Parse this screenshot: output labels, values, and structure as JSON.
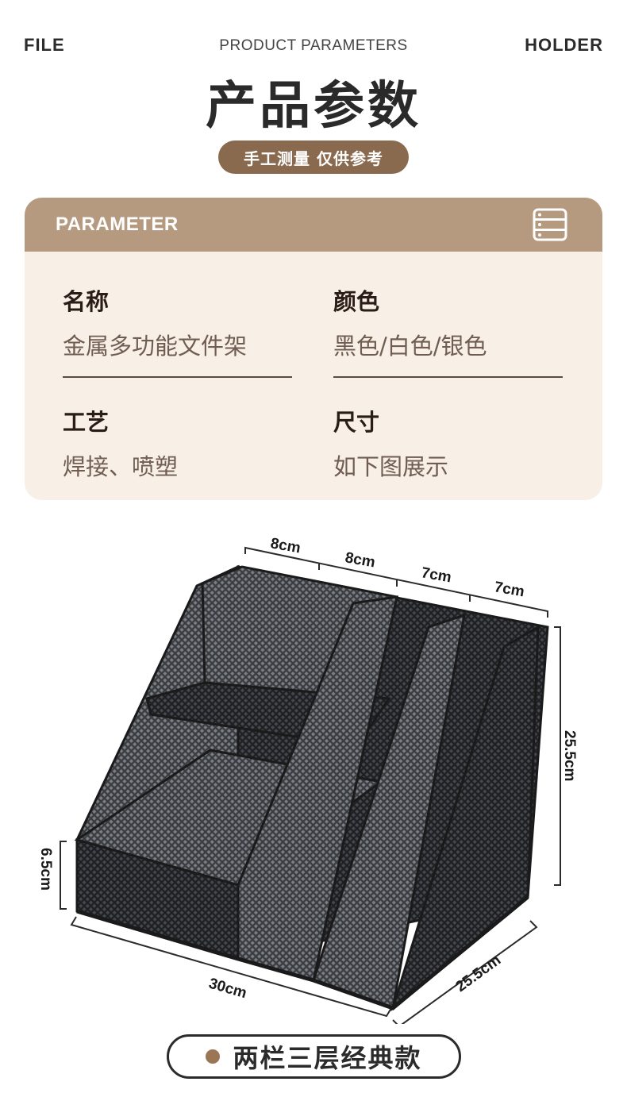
{
  "header": {
    "left": "FILE",
    "right": "HOLDER",
    "subtitle": "PRODUCT PARAMETERS",
    "title": "产品参数",
    "note": "手工测量 仅供参考"
  },
  "card": {
    "heading": "PARAMETER",
    "icon": "list-icon",
    "params": [
      {
        "label": "名称",
        "value": "金属多功能文件架"
      },
      {
        "label": "颜色",
        "value": "黑色/白色/银色"
      },
      {
        "label": "工艺",
        "value": "焊接、喷塑"
      },
      {
        "label": "尺寸",
        "value": "如下图展示"
      }
    ]
  },
  "dimensions": {
    "top_1": "8cm",
    "top_2": "8cm",
    "top_3": "7cm",
    "top_4": "7cm",
    "height": "25.5cm",
    "front_height": "6.5cm",
    "width": "30cm",
    "depth": "25.5cm"
  },
  "footer": {
    "label": "两栏三层经典款"
  },
  "colors": {
    "accent_brown": "#8a6a4f",
    "card_header": "#b59a80",
    "card_bg": "#f8efe6"
  }
}
